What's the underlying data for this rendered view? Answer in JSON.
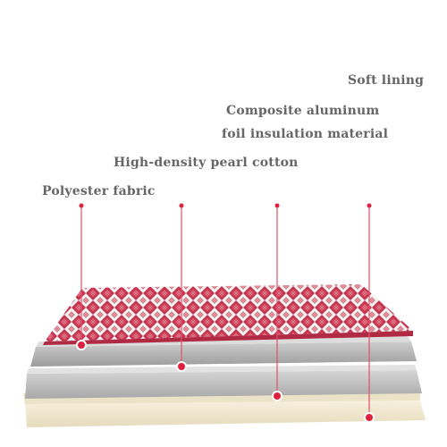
{
  "labels": {
    "soft_lining": "Soft lining",
    "composite_line1": "Composite aluminum",
    "composite_line2": "foil insulation material",
    "pearl_cotton": "High-density pearl cotton",
    "polyester": "Polyester fabric"
  },
  "colors": {
    "text": "#666666",
    "leader": "#e0506a",
    "dot": "#e0203c",
    "pattern_red": "#c8344f",
    "pattern_white": "#f3f3f3",
    "foil_gray": "#a9a9a9",
    "cotton_gray": "#bdbdbd",
    "lining_cream": "#f1e8cf"
  }
}
